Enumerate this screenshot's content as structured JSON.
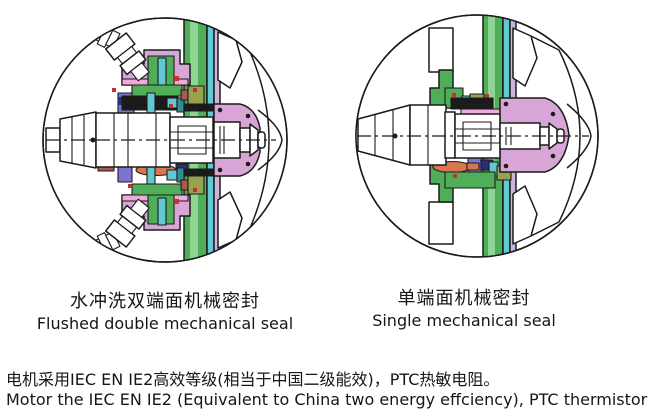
{
  "figures": [
    {
      "id": "flushed-double-seal",
      "caption_zh": "水冲洗双端面机械密封",
      "caption_en": "Flushed double mechanical seal"
    },
    {
      "id": "single-seal",
      "caption_zh": "单端面机械密封",
      "caption_en": "Single mechanical seal"
    }
  ],
  "note": {
    "line_zh": "电机采用IEC EN IE2高效等级(相当于中国二级能效)，PTC热敏电阻。",
    "line_en": "Motor the IEC EN IE2 (Equivalent to China two energy effciency), PTC thermistor"
  },
  "palette": {
    "outline": "#1b1b1b",
    "housing_green": "#4fae57",
    "housing_green_light": "#8ed492",
    "cyan_liner": "#62c8d2",
    "lavender_liner": "#cbb3dd",
    "hub_plum": "#d7a6d7",
    "pink_gasket": "#eeaad8",
    "blue_violet": "#7a74d2",
    "navy": "#2b2f7a",
    "red_marker": "#c43131",
    "brown": "#aa5a4d",
    "orange_oring": "#d8764f",
    "olive": "#97a24d",
    "teal": "#2e8f96",
    "background": "#ffffff"
  }
}
